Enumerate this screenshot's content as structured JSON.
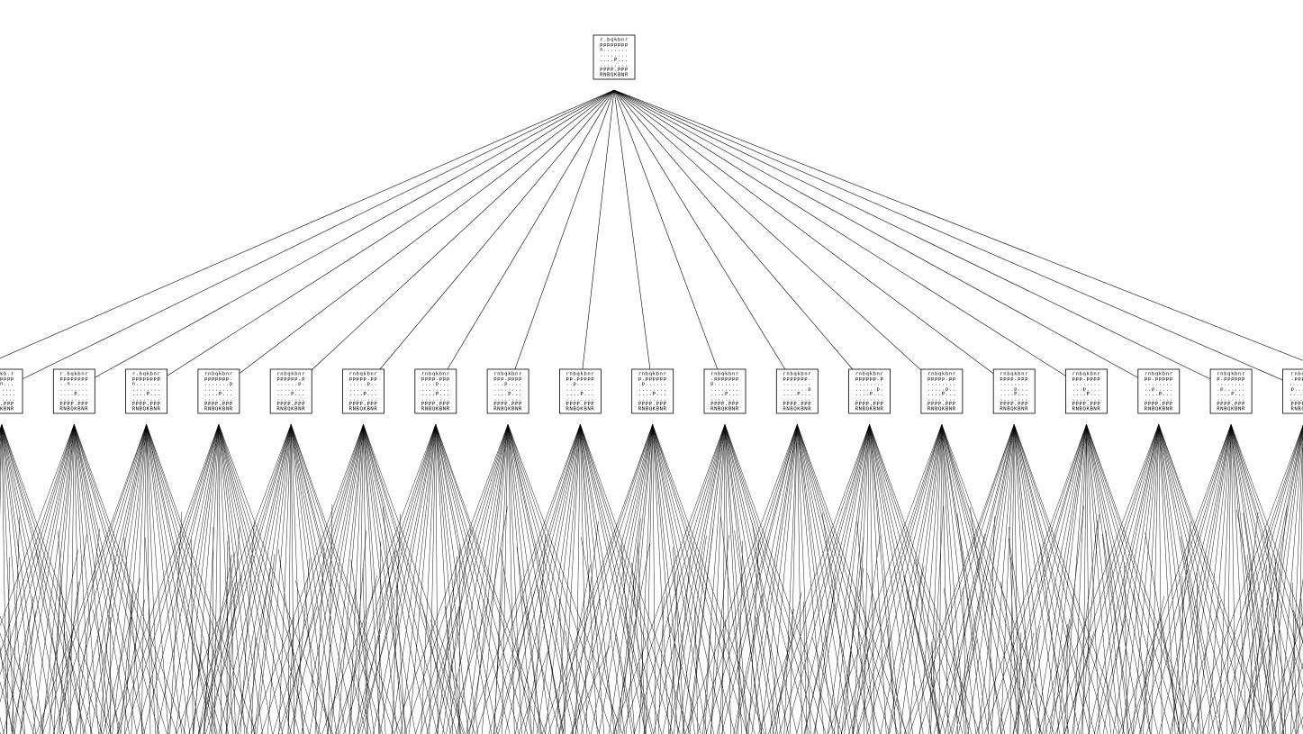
{
  "root": {
    "rows": [
      "r.bqkbnr",
      "pppppppp",
      "n.......",
      "........",
      "....P...",
      "........",
      "PPPP.PPP",
      "RNBQKBNR"
    ]
  },
  "children": [
    {
      "rows": [
        "...kb.r",
        "...pppp",
        "...n...",
        "........",
        ".P......",
        "........",
        "....PPP",
        "...KBNR"
      ]
    },
    {
      "rows": [
        "r.bqkbnr",
        "pppppppp",
        "..n.....",
        "........",
        "....P...",
        "........",
        "PPPP.PPP",
        "RNBQKBNR"
      ]
    },
    {
      "rows": [
        "r.bqkbnr",
        "pppppppp",
        "n.......",
        "........",
        "....P...",
        "........",
        "PPPP.PPP",
        "RNBQKBNR"
      ]
    },
    {
      "rows": [
        "rnbqkbnr",
        "ppppppp.",
        ".......p",
        "........",
        "....P...",
        "........",
        "PPPP.PPP",
        "RNBQKBNR"
      ]
    },
    {
      "rows": [
        "rnbqkbnr",
        "pppppp.p",
        "......p.",
        "........",
        "....P...",
        "........",
        "PPPP.PPP",
        "RNBQKBNR"
      ]
    },
    {
      "rows": [
        "rnbqkbnr",
        "ppppp.pp",
        ".....p..",
        "........",
        "....P...",
        "........",
        "PPPP.PPP",
        "RNBQKBNR"
      ]
    },
    {
      "rows": [
        "rnbqkbnr",
        "pppp.ppp",
        "....p...",
        "........",
        "....P...",
        "........",
        "PPPP.PPP",
        "RNBQKBNR"
      ]
    },
    {
      "rows": [
        "rnbqkbnr",
        "ppp.pppp",
        "...p....",
        "........",
        "....P...",
        "........",
        "PPPP.PPP",
        "RNBQKBNR"
      ]
    },
    {
      "rows": [
        "rnbqkbnr",
        "pp.ppppp",
        "..p.....",
        "........",
        "....P...",
        "........",
        "PPPP.PPP",
        "RNBQKBNR"
      ]
    },
    {
      "rows": [
        "rnbqkbnr",
        "p.pppppp",
        ".p......",
        "........",
        "....P...",
        "........",
        "PPPP.PPP",
        "RNBQKBNR"
      ]
    },
    {
      "rows": [
        "rnbqkbnr",
        ".ppppppp",
        "p.......",
        "........",
        "....P...",
        "........",
        "PPPP.PPP",
        "RNBQKBNR"
      ]
    },
    {
      "rows": [
        "rnbqkbnr",
        "ppppppp.",
        "........",
        ".......p",
        "....P...",
        "........",
        "PPPP.PPP",
        "RNBQKBNR"
      ]
    },
    {
      "rows": [
        "rnbqkbnr",
        "pppppp.p",
        "........",
        "......p.",
        "....P...",
        "........",
        "PPPP.PPP",
        "RNBQKBNR"
      ]
    },
    {
      "rows": [
        "rnbqkbnr",
        "ppppp.pp",
        "........",
        ".....p..",
        "....P...",
        "........",
        "PPPP.PPP",
        "RNBQKBNR"
      ]
    },
    {
      "rows": [
        "rnbqkbnr",
        "pppp.ppp",
        "........",
        "....p...",
        "....P...",
        "........",
        "PPPP.PPP",
        "RNBQKBNR"
      ]
    },
    {
      "rows": [
        "rnbqkbnr",
        "ppp.pppp",
        "........",
        "...p....",
        "....P...",
        "........",
        "PPPP.PPP",
        "RNBQKBNR"
      ]
    },
    {
      "rows": [
        "rnbqkbnr",
        "pp.ppppp",
        "........",
        "..p.....",
        "....P...",
        "........",
        "PPPP.PPP",
        "RNBQKBNR"
      ]
    },
    {
      "rows": [
        "rnbqkbnr",
        "p.pppppp",
        "........",
        ".p......",
        "....P...",
        "........",
        "PPPP.PPP",
        "RNBQKBNR"
      ]
    },
    {
      "rows": [
        "rnbqkbn",
        ".pppppp",
        "........",
        "p......",
        "....P...",
        "........",
        "PPPP.PP",
        "RNBQKBN"
      ]
    }
  ]
}
